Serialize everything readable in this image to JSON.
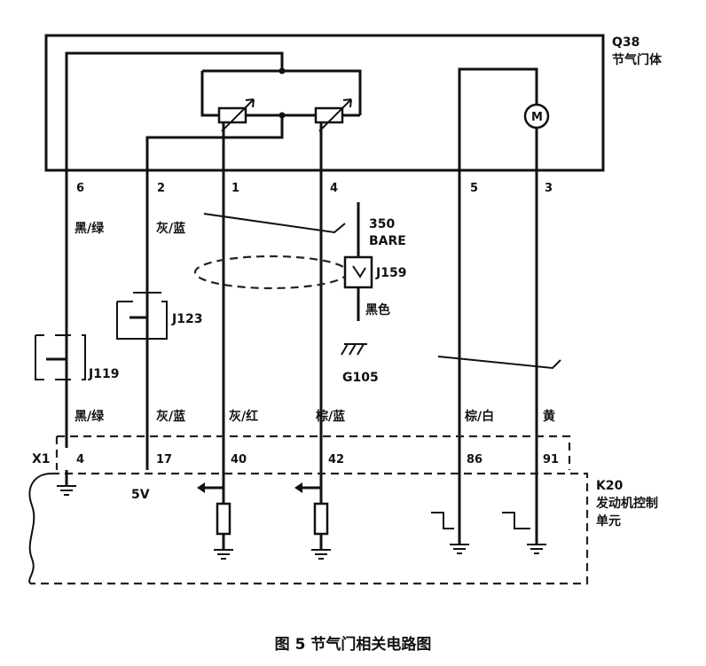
{
  "component": {
    "id": "Q38",
    "name": "节气门体"
  },
  "ecu": {
    "id": "K20",
    "name_line1": "发动机控制",
    "name_line2": "单元",
    "connector": "X1"
  },
  "top_pins": [
    "6",
    "2",
    "1",
    "4",
    "5",
    "3"
  ],
  "upper_wire_colors": [
    "黑/绿",
    "灰/蓝"
  ],
  "lower_wire_colors": [
    "黑/绿",
    "灰/蓝",
    "灰/红",
    "棕/蓝",
    "棕/白",
    "黄"
  ],
  "ecu_pins": [
    "4",
    "17",
    "40",
    "42",
    "86",
    "91"
  ],
  "voltage_ref": "5V",
  "splices": [
    "J123",
    "J119",
    "J159"
  ],
  "ground_wire": {
    "gauge": "350",
    "color": "BARE",
    "color_below": "黑色"
  },
  "ground": "G105",
  "motor_symbol": "M",
  "caption": "图 5  节气门相关电路图"
}
